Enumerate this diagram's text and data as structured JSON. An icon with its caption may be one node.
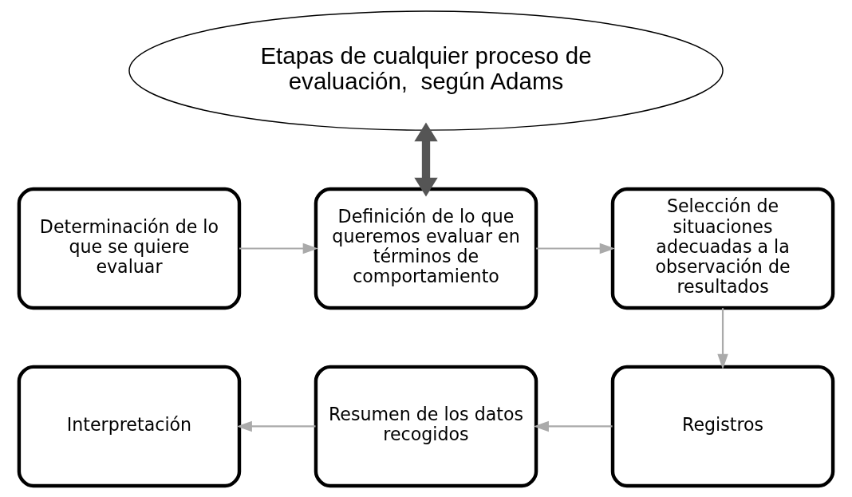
{
  "diagram": {
    "nodes": [
      {
        "text": [
          "Etapas de cualquier proceso de evaluación,  según Adams"
        ]
      },
      {
        "text": [
          "Determinación de lo que se quiere evaluar"
        ]
      },
      {
        "text": [
          "Definición de lo que queremos evaluar en términos de comportamiento"
        ]
      },
      {
        "text": [
          "Selección de situaciones adecuadas a la observación de resultados"
        ]
      },
      {
        "text": [
          "Interpretación"
        ]
      },
      {
        "text": [
          "Resumen de los datos recogidos"
        ]
      },
      {
        "text": [
          "Registros"
        ]
      }
    ],
    "edges": [
      {
        "from": 0,
        "to": 2,
        "arrow": "both",
        "style": "thick"
      },
      {
        "from": 1,
        "to": 2,
        "arrow": "to"
      },
      {
        "from": 2,
        "to": 3,
        "arrow": "to"
      },
      {
        "from": 3,
        "to": 6,
        "arrow": "to"
      },
      {
        "from": 6,
        "to": 5,
        "arrow": "to"
      },
      {
        "from": 5,
        "to": 4,
        "arrow": "to"
      }
    ]
  }
}
